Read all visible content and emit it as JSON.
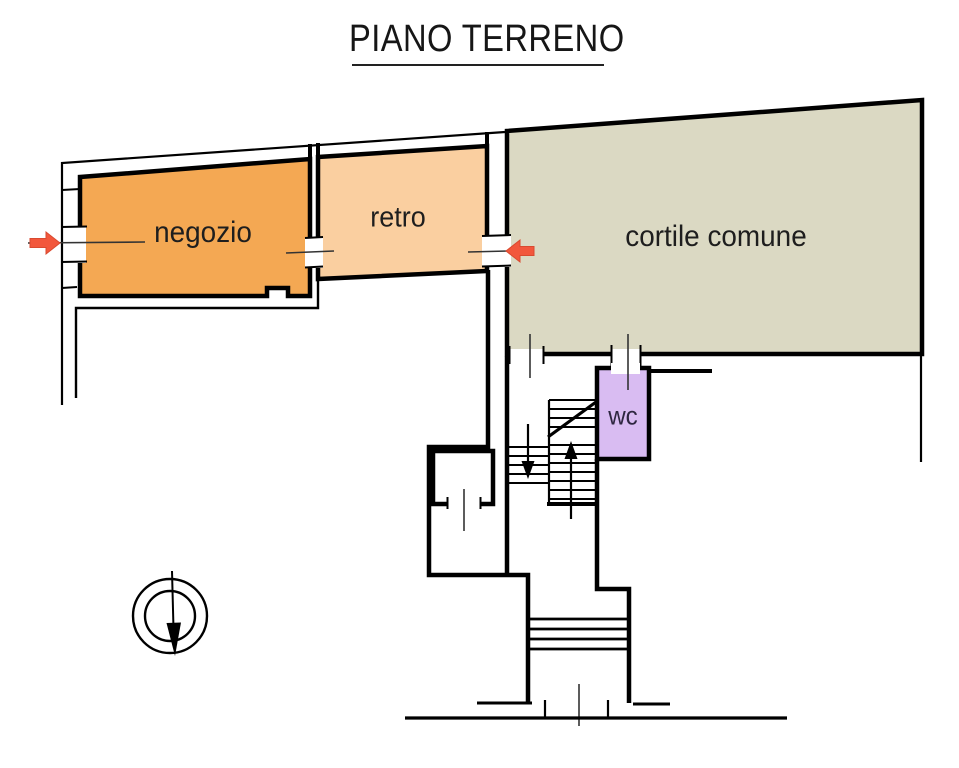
{
  "title": {
    "text": "PIANO TERRENO"
  },
  "rooms": {
    "negozio": {
      "label": "negozio",
      "color": "#F4A853"
    },
    "retro": {
      "label": "retro",
      "color": "#FACFA0"
    },
    "cortile": {
      "label": "cortile comune",
      "color": "#DBD9C3"
    },
    "wc": {
      "label": "wc",
      "color": "#D9BCF2"
    }
  },
  "markers": {
    "entrance_arrow_color": "#F2573C",
    "wall_color": "#000000",
    "axis_line_color": "#333333"
  }
}
